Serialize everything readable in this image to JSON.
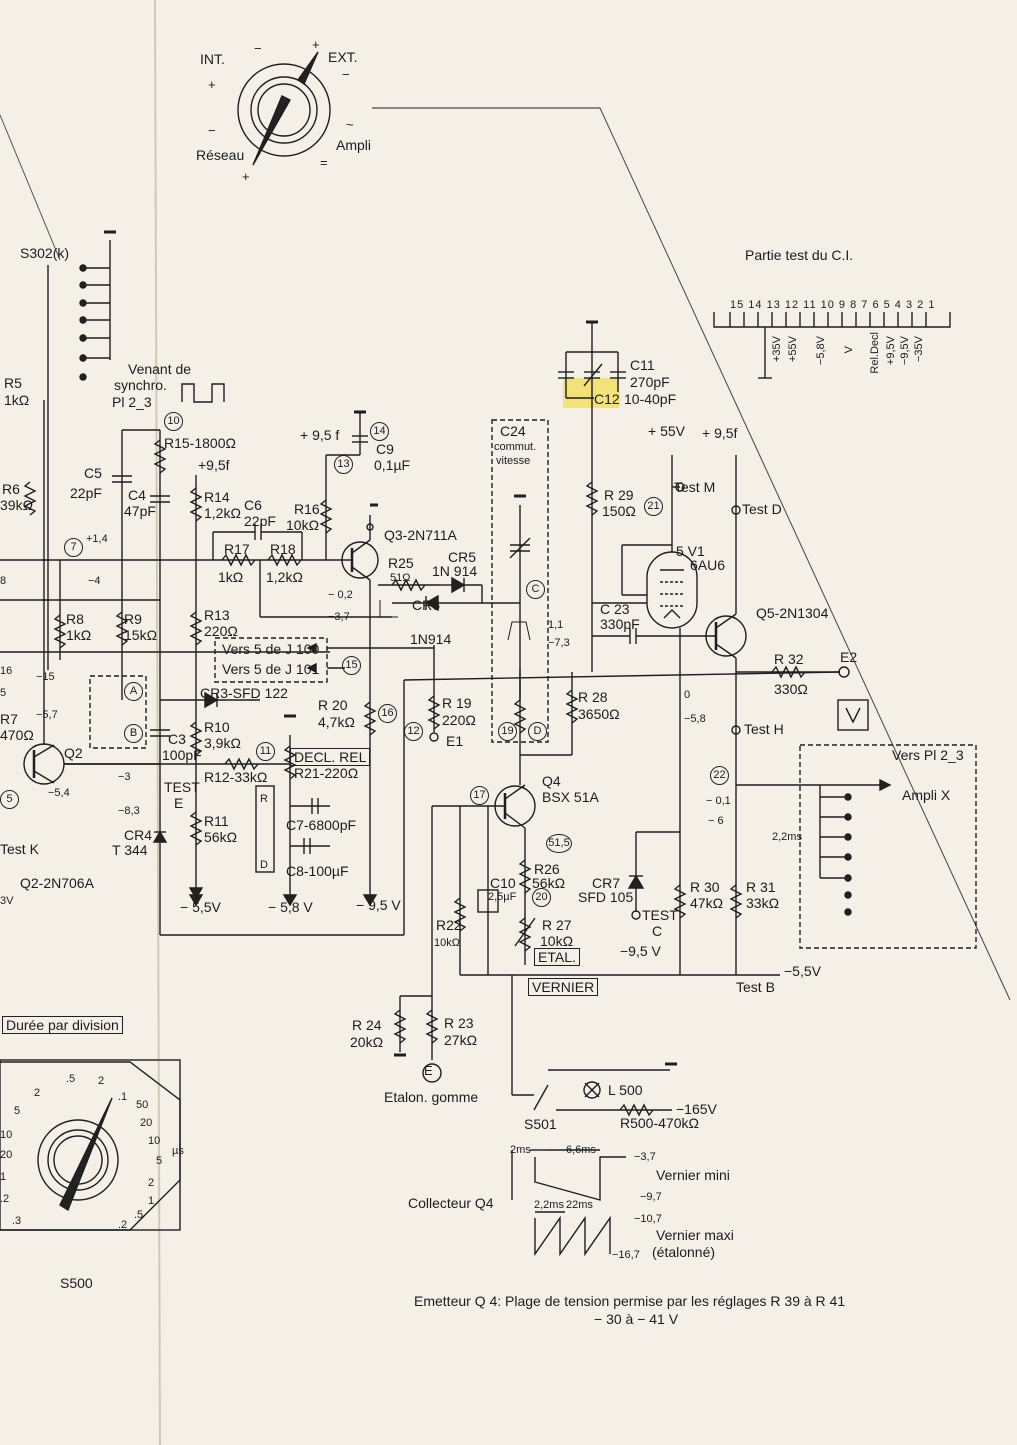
{
  "mode_knob": {
    "int": "INT.",
    "ext": "EXT.",
    "reseau": "Réseau",
    "ampli": "Ampli",
    "plus": "+",
    "minus": "−",
    "ac": "~",
    "dc": "="
  },
  "test_partie": {
    "title": "Partie test du C.I.",
    "pins": "15 14 13 12 11 10 9 8 7 6 5 4 3 2 1",
    "rails": [
      "+35V",
      "+55V",
      "−5,8V",
      "V",
      "Rel.Decl",
      "+9,5V",
      "−9,5V",
      "−35V"
    ]
  },
  "switch": {
    "s302": "S302(k)",
    "venant": "Venant de",
    "synchro": "synchro.",
    "pl": "Pl 2_3"
  },
  "nodes": {
    "n7": "7",
    "n10": "10",
    "n11": "11",
    "n12": "12",
    "n13": "13",
    "n14": "14",
    "n15": "15",
    "n16": "16",
    "n17": "17",
    "n19": "19",
    "n20": "20",
    "n21": "21",
    "n22": "22",
    "nC": "C",
    "nD": "D",
    "nA": "A",
    "nB": "B",
    "nE": "E",
    "n515": "51,5",
    "n5": "5"
  },
  "components": {
    "r5": "R5",
    "r5v": "1kΩ",
    "r6": "R6",
    "r6v": "39kΩ",
    "r7": "R7",
    "r7v": "470Ω",
    "r8": "R8",
    "r8v": "1kΩ",
    "r9": "R9",
    "r9v": "15kΩ",
    "r10": "R10",
    "r10v": "3,9kΩ",
    "r11": "R11",
    "r11v": "56kΩ",
    "r12": "R12-33kΩ",
    "r13": "R13",
    "r13v": "220Ω",
    "r14": "R14",
    "r14v": "1,2kΩ",
    "r15": "R15-1800Ω",
    "r16": "R16",
    "r16v": "10kΩ",
    "r17": "R17",
    "r17v": "1kΩ",
    "r18": "R18",
    "r18v": "1,2kΩ",
    "r19": "R 19",
    "r19v": "220Ω",
    "r20": "R 20",
    "r20v": "4,7kΩ",
    "r21": "R21-220Ω",
    "r22": "R22",
    "r22v": "10kΩ",
    "r23": "R 23",
    "r23v": "27kΩ",
    "r24": "R 24",
    "r24v": "20kΩ",
    "r25": "R25",
    "r25v": "51Ω",
    "r26": "R26",
    "r26v": "56kΩ",
    "r27": "R 27",
    "r27v": "10kΩ",
    "r28": "R 28",
    "r28v": "3650Ω",
    "r29": "R 29",
    "r29v": "150Ω",
    "r30": "R 30",
    "r30v": "47kΩ",
    "r31": "R 31",
    "r31v": "33kΩ",
    "r32": "R 32",
    "r32v": "330Ω",
    "r500": "R500-470kΩ",
    "c3": "C3",
    "c3v": "100pF",
    "c4": "C4",
    "c4v": "47pF",
    "c5": "C5",
    "c5v": "22pF",
    "c6": "C6",
    "c6v": "22pF",
    "c7": "C7-6800pF",
    "c8": "C8-100µF",
    "c9": "C9",
    "c9v": "0,1µF",
    "c10": "C10",
    "c10v": "2,5µF",
    "c11": "C11",
    "c11v": "270pF",
    "c12": "C12",
    "c12v": "10-40pF",
    "c23": "C 23",
    "c23v": "330pF",
    "c24": "C24",
    "c24a": "commut.",
    "c24b": "vitesse",
    "cr3": "CR3-SFD 122",
    "cr4": "CR4",
    "cr4v": "T 344",
    "cr5": "CR5",
    "cr5v": "1N 914",
    "cr6": "CR6",
    "cr6v": "1N914",
    "cr7": "CR7",
    "cr7v": "SFD 105",
    "q2": "Q2",
    "q2t": "Q2-2N706A",
    "q3": "Q3-2N711A",
    "q4": "Q4",
    "q4t": "BSX 51A",
    "q5": "Q5-2N1304",
    "v1": "5  V1",
    "v1t": "6AU6",
    "l500": "L 500",
    "s501": "S501",
    "s500": "S500"
  },
  "labels": {
    "p95f_a": "+ 9,5 f",
    "p95f_b": "+9,5f",
    "p55": "+ 55V",
    "p95f_c": "+ 9,5f",
    "m55a": "− 5,5V",
    "m58": "− 5,8 V",
    "m95a": "− 9,5 V",
    "m95b": "−9,5 V",
    "m55b": "−5,5V",
    "m165": "−165V",
    "vers100": "Vers 5 de J 100",
    "vers101": "Vers 5 de J 101",
    "decl": "DECL. REL",
    "etal": "ETAL.",
    "vernier": "VERNIER",
    "etalon": "Etalon.  gomme",
    "testk": "Test K",
    "teste": "TEST",
    "teste2": "E",
    "testm": "Test M",
    "testd": "Test D",
    "testh": "Test H",
    "testc": "TEST",
    "testc2": "C",
    "testb": "Test B",
    "e1": "E1",
    "e2": "E2",
    "versplx": "Vers Pl 2_3",
    "amplix": "Ampli X",
    "ms22": "2,2ms",
    "rD": "R",
    "dD": "D",
    "v14": "+1,4",
    "vm4": "−4",
    "vm02": "− 0,2",
    "vm37": "−3,7",
    "v11": "1,1",
    "vm73": "−7,3",
    "v0": "0",
    "vm58": "−5,8",
    "vm01": "− 0,1",
    "vm6": "− 6",
    "vm3": "−3",
    "vm54": "−5,4",
    "vm83": "−8,3",
    "vm57": "−5,7",
    "v15": "−15",
    "v8": "8",
    "v16": "16",
    "v5": "5",
    "v3v": "3V",
    "vr": "−5,8V"
  },
  "timebase": {
    "title": "Durée par division",
    "left_vals": [
      "2",
      ".5",
      "2",
      ".1",
      "5",
      "10",
      "20",
      "50",
      "1",
      "2",
      "5",
      ".2",
      ".3"
    ],
    "right_vals": [
      "50",
      "20",
      "10",
      "5",
      "2",
      "1",
      ".5",
      ".2"
    ],
    "unit": "µs",
    "m": ".5",
    "n": "10"
  },
  "waveforms": {
    "collecteur": "Collecteur Q4",
    "t2ms": "2ms",
    "t66": "6,6ms",
    "vm37": "−3,7",
    "vmini": "Vernier mini",
    "vm97": "−9,7",
    "t22a": "2,2ms",
    "t22b": "22ms",
    "vm107": "−10,7",
    "vmaxi": "Vernier maxi",
    "etalonne": "(étalonné)",
    "vm167": "−16,7"
  },
  "footer": {
    "line1": "Emetteur Q 4:  Plage de tension permise par les réglages  R 39 à R 41",
    "line2": "− 30 à − 41 V"
  }
}
